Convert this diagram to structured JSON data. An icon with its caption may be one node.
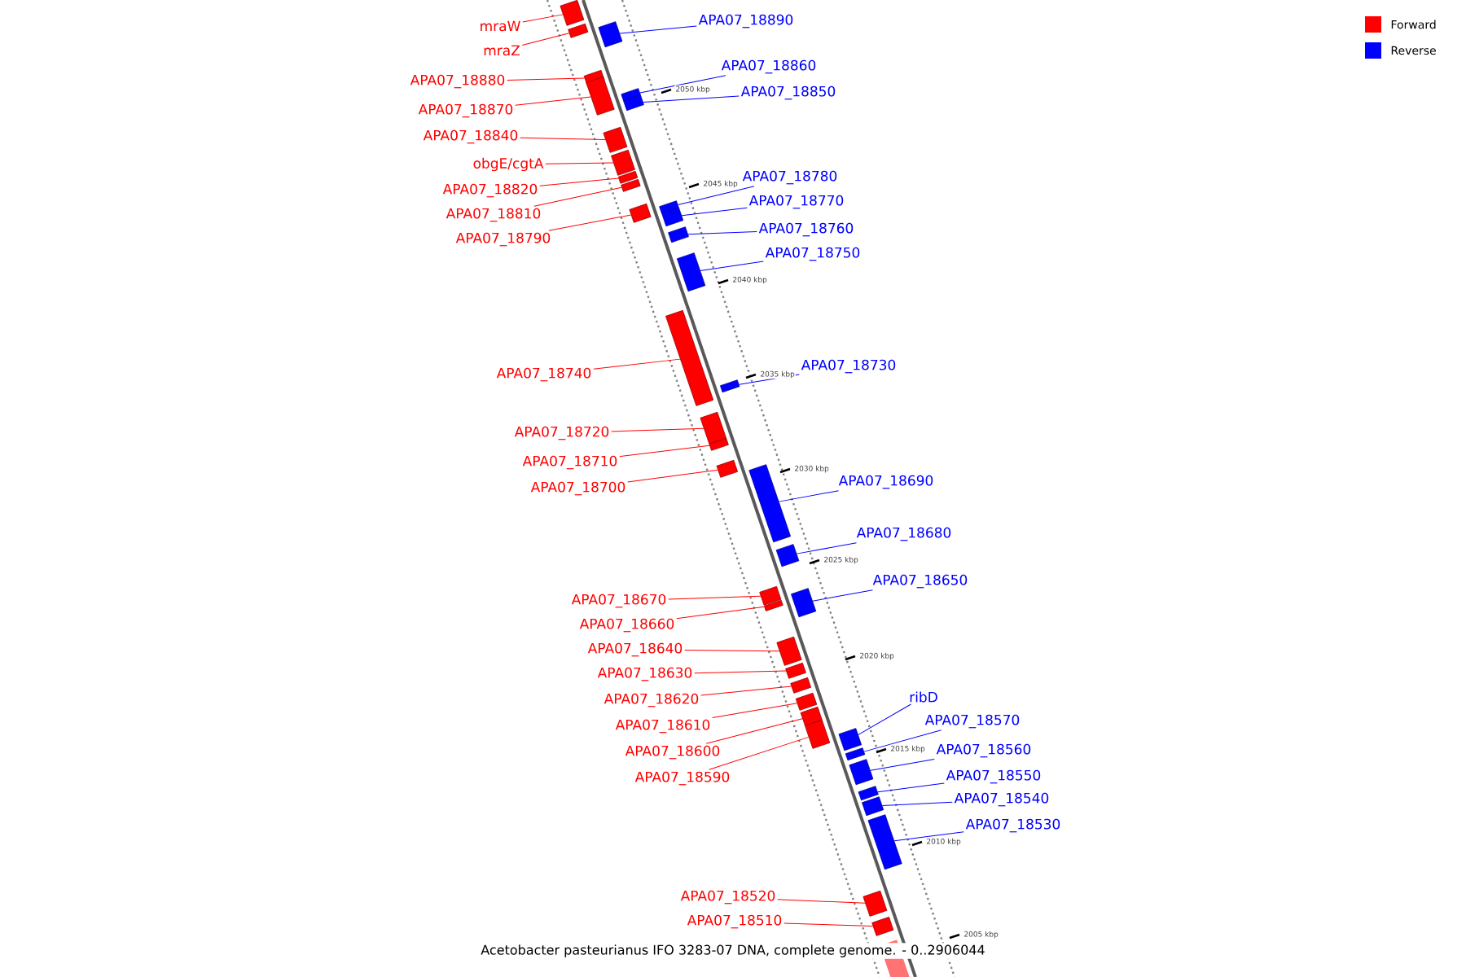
{
  "diagram": {
    "caption": "Acetobacter pasteurianus IFO 3283-07 DNA, complete genome. - 0..2906044",
    "nodes": [
      {
        "text": [
          "APA07_18890"
        ]
      },
      {
        "text": [],
        "shape": "box"
      },
      {
        "text": [
          "mraW"
        ]
      },
      {
        "text": [],
        "shape": "box"
      },
      {
        "text": [
          "mraZ"
        ]
      },
      {
        "text": [],
        "shape": "box"
      },
      {
        "text": [
          "APA07_18860"
        ]
      },
      {
        "text": [],
        "shape": "box"
      },
      {
        "text": [
          "APA07_18880"
        ]
      },
      {
        "text": [],
        "shape": "box"
      },
      {
        "text": [
          "APA07_18850"
        ]
      },
      {
        "text": [],
        "shape": "box"
      },
      {
        "text": [
          "APA07_18870"
        ]
      },
      {
        "text": [],
        "shape": "box"
      },
      {
        "text": [
          "APA07_18840"
        ]
      },
      {
        "text": [],
        "shape": "box"
      },
      {
        "text": [
          "obgE/cgtA"
        ]
      },
      {
        "text": [],
        "shape": "box"
      },
      {
        "text": [
          "APA07_18780"
        ]
      },
      {
        "text": [],
        "shape": "box"
      },
      {
        "text": [
          "APA07_18820"
        ]
      },
      {
        "text": [],
        "shape": "box"
      },
      {
        "text": [
          "APA07_18770"
        ]
      },
      {
        "text": [],
        "shape": "box"
      },
      {
        "text": [
          "APA07_18810"
        ]
      },
      {
        "text": [],
        "shape": "box"
      },
      {
        "text": [
          "APA07_18760"
        ]
      },
      {
        "text": [],
        "shape": "box"
      },
      {
        "text": [
          "APA07_18790"
        ]
      },
      {
        "text": [],
        "shape": "box"
      },
      {
        "text": [
          "APA07_18750"
        ]
      },
      {
        "text": [],
        "shape": "box"
      },
      {
        "text": [
          "APA07_18730"
        ]
      },
      {
        "text": [],
        "shape": "box"
      },
      {
        "text": [
          "APA07_18740"
        ]
      },
      {
        "text": [],
        "shape": "box"
      },
      {
        "text": [
          "APA07_18720"
        ]
      },
      {
        "text": [],
        "shape": "box"
      },
      {
        "text": [
          "APA07_18710"
        ]
      },
      {
        "text": [],
        "shape": "box"
      },
      {
        "text": [
          "APA07_18690"
        ]
      },
      {
        "text": [],
        "shape": "box"
      },
      {
        "text": [
          "APA07_18700"
        ]
      },
      {
        "text": [],
        "shape": "box"
      },
      {
        "text": [
          "APA07_18680"
        ]
      },
      {
        "text": [],
        "shape": "box"
      },
      {
        "text": [
          "APA07_18650"
        ]
      },
      {
        "text": [],
        "shape": "box"
      },
      {
        "text": [
          "APA07_18670"
        ]
      },
      {
        "text": [],
        "shape": "box"
      },
      {
        "text": [
          "APA07_18660"
        ]
      },
      {
        "text": [],
        "shape": "box"
      },
      {
        "text": [
          "APA07_18640"
        ]
      },
      {
        "text": [],
        "shape": "box"
      },
      {
        "text": [
          "APA07_18630"
        ]
      },
      {
        "text": [],
        "shape": "box"
      },
      {
        "text": [
          "ribD"
        ]
      },
      {
        "text": [],
        "shape": "box"
      },
      {
        "text": [
          "APA07_18620"
        ]
      },
      {
        "text": [],
        "shape": "box"
      },
      {
        "text": [
          "APA07_18570"
        ]
      },
      {
        "text": [],
        "shape": "box"
      },
      {
        "text": [
          "APA07_18610"
        ]
      },
      {
        "text": [],
        "shape": "box"
      },
      {
        "text": [
          "APA07_18560"
        ]
      },
      {
        "text": [],
        "shape": "box"
      },
      {
        "text": [
          "APA07_18600"
        ]
      },
      {
        "text": [],
        "shape": "box"
      },
      {
        "text": [
          "APA07_18550"
        ]
      },
      {
        "text": [],
        "shape": "box"
      },
      {
        "text": [
          "APA07_18590"
        ]
      },
      {
        "text": [],
        "shape": "box"
      },
      {
        "text": [
          "APA07_18540"
        ]
      },
      {
        "text": [],
        "shape": "box"
      },
      {
        "text": [
          "APA07_18530"
        ]
      },
      {
        "text": [],
        "shape": "box"
      },
      {
        "text": [
          "APA07_18520"
        ]
      },
      {
        "text": [],
        "shape": "box"
      },
      {
        "text": [
          "APA07_18510"
        ]
      },
      {
        "text": [],
        "shape": "box"
      },
      {
        "text": [],
        "shape": "box"
      }
    ],
    "edges": [
      {
        "from": 0,
        "to": 1,
        "arrow": "none",
        "color": "#0000ff"
      },
      {
        "from": 2,
        "to": 3,
        "arrow": "none"
      },
      {
        "from": 4,
        "to": 5,
        "arrow": "none"
      },
      {
        "from": 6,
        "to": 7,
        "arrow": "none",
        "color": "#0000ff"
      },
      {
        "from": 8,
        "to": 9,
        "arrow": "none"
      },
      {
        "from": 10,
        "to": 11,
        "arrow": "none",
        "color": "#0000ff"
      },
      {
        "from": 12,
        "to": 13,
        "arrow": "none"
      },
      {
        "from": 14,
        "to": 15,
        "arrow": "none"
      },
      {
        "from": 16,
        "to": 17,
        "arrow": "none"
      },
      {
        "from": 18,
        "to": 19,
        "arrow": "none",
        "color": "#0000ff"
      },
      {
        "from": 20,
        "to": 21,
        "arrow": "none"
      },
      {
        "from": 22,
        "to": 23,
        "arrow": "none",
        "color": "#0000ff"
      },
      {
        "from": 24,
        "to": 25,
        "arrow": "none"
      },
      {
        "from": 26,
        "to": 27,
        "arrow": "none",
        "color": "#0000ff"
      },
      {
        "from": 28,
        "to": 29,
        "arrow": "none"
      },
      {
        "from": 30,
        "to": 31,
        "arrow": "none",
        "color": "#0000ff"
      },
      {
        "from": 32,
        "to": 33,
        "arrow": "none",
        "color": "#0000ff"
      },
      {
        "from": 34,
        "to": 35,
        "arrow": "none"
      },
      {
        "from": 36,
        "to": 37,
        "arrow": "none"
      },
      {
        "from": 38,
        "to": 39,
        "arrow": "none"
      },
      {
        "from": 40,
        "to": 41,
        "arrow": "none",
        "color": "#0000ff"
      },
      {
        "from": 42,
        "to": 43,
        "arrow": "none"
      },
      {
        "from": 44,
        "to": 45,
        "arrow": "none",
        "color": "#0000ff"
      },
      {
        "from": 46,
        "to": 47,
        "arrow": "none",
        "color": "#0000ff"
      },
      {
        "from": 48,
        "to": 49,
        "arrow": "none"
      },
      {
        "from": 50,
        "to": 51,
        "arrow": "none"
      },
      {
        "from": 52,
        "to": 53,
        "arrow": "none"
      },
      {
        "from": 54,
        "to": 55,
        "arrow": "none"
      },
      {
        "from": 56,
        "to": 57,
        "arrow": "none",
        "color": "#0000ff"
      },
      {
        "from": 58,
        "to": 59,
        "arrow": "none"
      },
      {
        "from": 60,
        "to": 61,
        "arrow": "none",
        "color": "#0000ff"
      },
      {
        "from": 62,
        "to": 63,
        "arrow": "none"
      },
      {
        "from": 64,
        "to": 65,
        "arrow": "none",
        "color": "#0000ff"
      },
      {
        "from": 66,
        "to": 67,
        "arrow": "none"
      },
      {
        "from": 68,
        "to": 69,
        "arrow": "none",
        "color": "#0000ff"
      },
      {
        "from": 70,
        "to": 71,
        "arrow": "none"
      },
      {
        "from": 72,
        "to": 73,
        "arrow": "none",
        "color": "#0000ff"
      },
      {
        "from": 74,
        "to": 75,
        "arrow": "none",
        "color": "#0000ff"
      },
      {
        "from": 76,
        "to": 77,
        "arrow": "none"
      },
      {
        "from": 78,
        "to": 79,
        "arrow": "none"
      }
    ],
    "labels": [
      "2050 kbp",
      "2045 kbp",
      "2040 kbp",
      "2035 kbp",
      "2030 kbp",
      "2025 kbp",
      "2020 kbp",
      "2015 kbp",
      "2010 kbp",
      "2005 kbp"
    ],
    "legend": [
      {
        "text": "Forward",
        "color": "#ff0000"
      },
      {
        "text": "Reverse",
        "color": "#0000ff"
      }
    ]
  }
}
